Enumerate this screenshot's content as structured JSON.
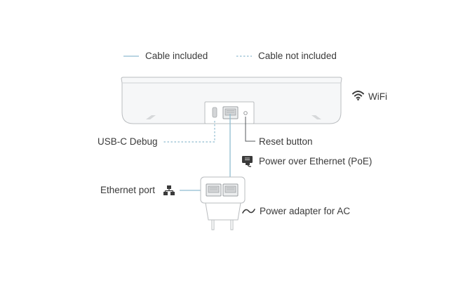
{
  "legend": {
    "included": "Cable included",
    "not_included": "Cable not included"
  },
  "labels": {
    "wifi": "WiFi",
    "usb_c": "USB-C Debug",
    "reset": "Reset button",
    "poe": "Power over Ethernet (PoE)",
    "ethernet": "Ethernet port",
    "ac": "Power adapter for AC"
  },
  "icons": {
    "wifi": "wifi-icon",
    "poe": "poe-plug-icon",
    "ethernet": "network-icon",
    "ac": "ac-tilde-icon"
  },
  "colors": {
    "cable": "#8fbcd0",
    "device_outline": "#b9bcbf",
    "text": "#3a3a3a"
  }
}
